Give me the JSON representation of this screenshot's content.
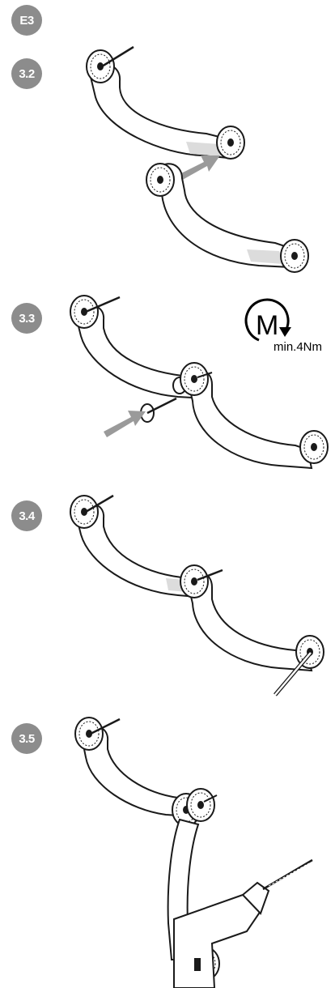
{
  "steps": [
    {
      "label": "E3"
    },
    {
      "label": "3.2"
    },
    {
      "label": "3.3"
    },
    {
      "label": "3.4"
    },
    {
      "label": "3.5"
    }
  ],
  "torque": {
    "symbol": "M",
    "value": "min.4Nm"
  },
  "colors": {
    "badge": "#8c8c8c",
    "arrow": "#9a9a9a",
    "shading": "#dcdcdc",
    "line": "#1a1a1a"
  }
}
